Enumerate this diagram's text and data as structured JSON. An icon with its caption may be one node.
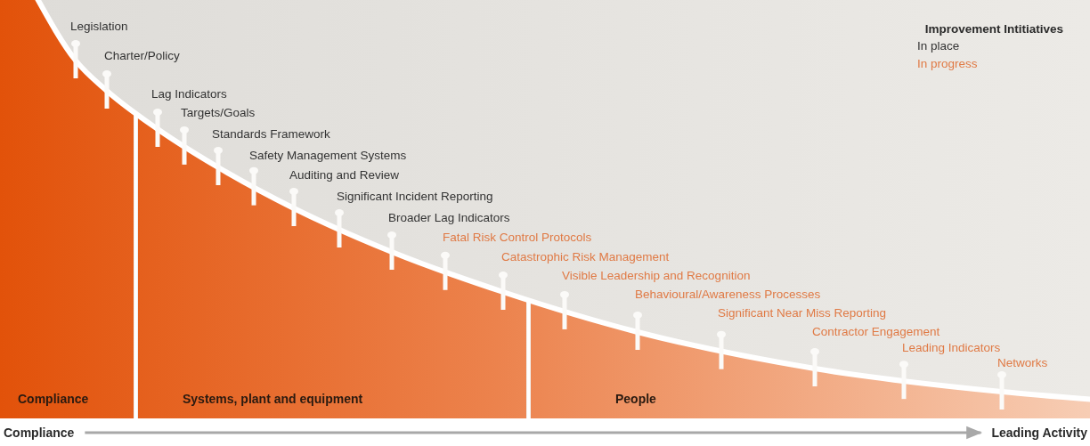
{
  "diagram": {
    "nodes": [
      {
        "text": [
          "Compliance"
        ]
      },
      {
        "text": [
          "Systems, plant and equipment"
        ]
      },
      {
        "text": [
          "People"
        ]
      },
      {
        "text": [
          "Compliance"
        ]
      },
      {
        "text": [
          "Leading Activity"
        ]
      }
    ],
    "edges": [
      {
        "from": 3,
        "to": 4,
        "arrow": "to",
        "color": "#a8a8a8"
      }
    ],
    "labels": [
      "Legislation",
      "Charter/Policy",
      "Lag Indicators",
      "Targets/Goals",
      "Standards Framework",
      "Safety Management Systems",
      "Auditing and Review",
      "Significant Incident Reporting",
      "Broader Lag Indicators",
      "Fatal Risk Control Protocols",
      "Catastrophic Risk Management",
      "Visible Leadership and Recognition",
      "Behavioural/Awareness Processes",
      "Significant Near Miss Reporting",
      "Contractor Engagement",
      "Leading Indicators",
      "Networks",
      "Improvement Intitiatives"
    ],
    "legend": [
      {
        "text": "In place",
        "color": "#333333"
      },
      {
        "text": "In progress",
        "color": "#e07a45"
      }
    ]
  }
}
